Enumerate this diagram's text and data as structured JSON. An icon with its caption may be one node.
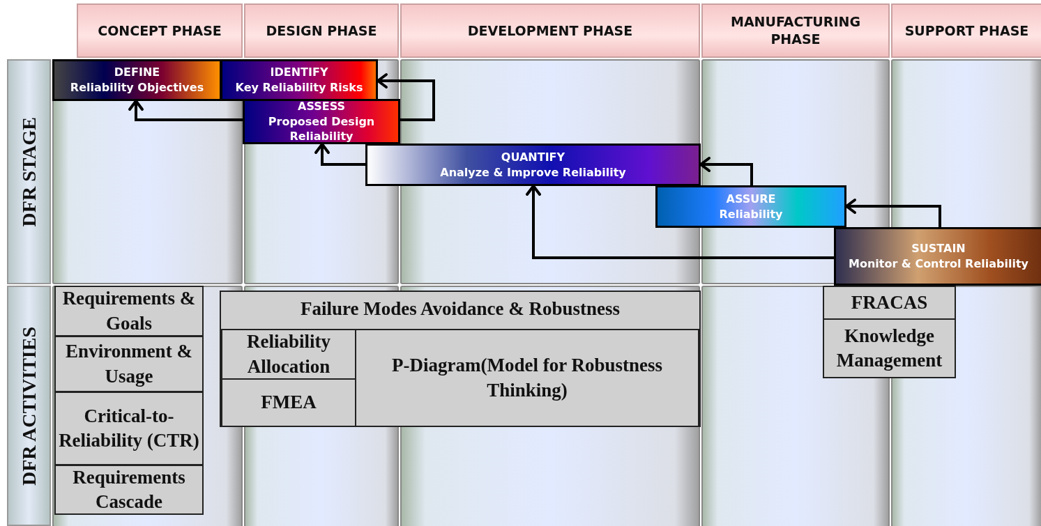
{
  "diagram": {
    "nodes": [
      {
        "text": [
          "CONCEPT PHASE"
        ]
      },
      {
        "text": [
          "DESIGN PHASE"
        ]
      },
      {
        "text": [
          "DEVELOPMENT PHASE"
        ]
      },
      {
        "text": [
          "MANUFACTURING PHASE"
        ]
      },
      {
        "text": [
          "SUPPORT PHASE"
        ]
      },
      {
        "text": [
          "DFR STAGE"
        ]
      },
      {
        "text": [
          "DFR ACTIVITIES"
        ]
      },
      {
        "text": [
          "DEFINE",
          "Reliability Objectives"
        ]
      },
      {
        "text": [
          "IDENTIFY",
          "Key Reliability Risks"
        ]
      },
      {
        "text": [
          "ASSESS",
          "Proposed Design Reliability"
        ]
      },
      {
        "text": [
          "QUANTIFY",
          "Analyze & Improve Reliability"
        ]
      },
      {
        "text": [
          "ASSURE",
          "Reliability"
        ]
      },
      {
        "text": [
          "SUSTAIN",
          "Monitor & Control Reliability"
        ]
      },
      {
        "text": [
          "Requirements & Goals"
        ]
      },
      {
        "text": [
          "Environment & Usage"
        ]
      },
      {
        "text": [
          "Critical-to-Reliability (CTR)"
        ]
      },
      {
        "text": [
          "Requirements Cascade"
        ]
      },
      {
        "text": [
          "Failure Modes Avoidance & Robustness"
        ]
      },
      {
        "text": [
          "Reliability Allocation"
        ],
        "in": 17
      },
      {
        "text": [
          "FMEA"
        ],
        "in": 17
      },
      {
        "text": [
          "P-Diagram(Model for Robustness Thinking)"
        ],
        "in": 17
      },
      {
        "text": [
          "FRACAS"
        ]
      },
      {
        "text": [
          "Knowledge Management"
        ]
      }
    ],
    "edges": [
      {
        "from": 9,
        "to": 8,
        "arrow": "to"
      },
      {
        "from": 9,
        "to": 7,
        "arrow": "to"
      },
      {
        "from": 10,
        "to": 9,
        "arrow": "to"
      },
      {
        "from": 11,
        "to": 10,
        "arrow": "to"
      },
      {
        "from": 12,
        "to": 11,
        "arrow": "to"
      },
      {
        "from": 12,
        "to": 10,
        "arrow": "to"
      }
    ]
  }
}
